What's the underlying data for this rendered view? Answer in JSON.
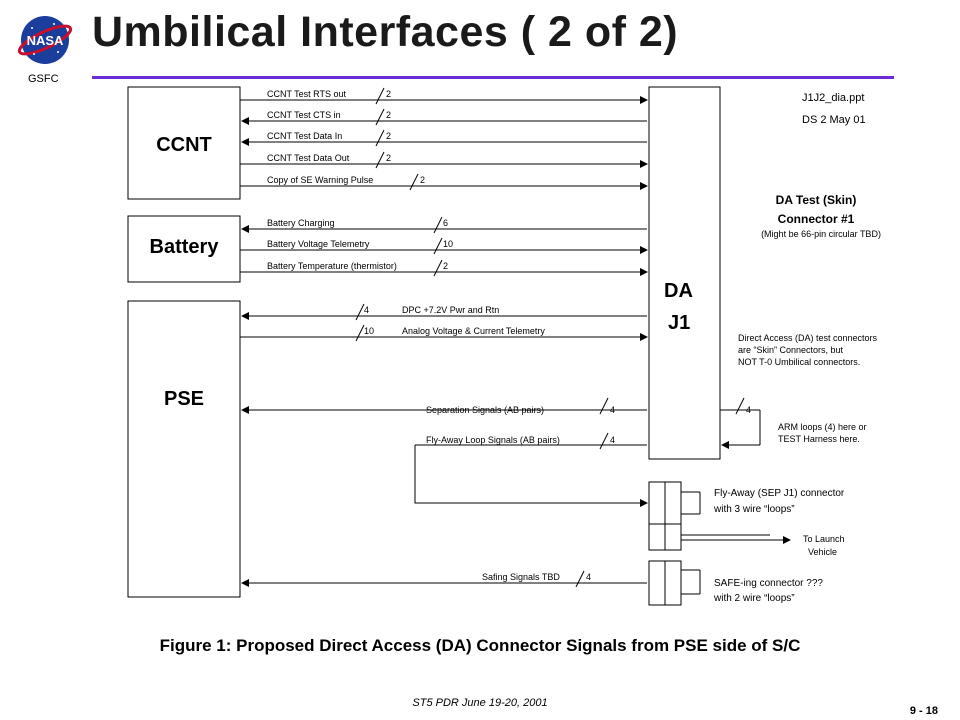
{
  "header": {
    "title": "Umbilical Interfaces ( 2 of 2)",
    "org": "GSFC",
    "logo_text": "NASA"
  },
  "blocks": {
    "ccnt": "CCNT",
    "battery": "Battery",
    "pse": "PSE",
    "da_line1": "DA",
    "da_line2": "J1"
  },
  "signals": {
    "ccnt": [
      {
        "label": "CCNT Test RTS out",
        "count": "2"
      },
      {
        "label": "CCNT Test CTS in",
        "count": "2"
      },
      {
        "label": "CCNT Test Data In",
        "count": "2"
      },
      {
        "label": "CCNT Test Data Out",
        "count": "2"
      },
      {
        "label": "Copy of SE Warning Pulse",
        "count": "2"
      }
    ],
    "battery": [
      {
        "label": "Battery Charging",
        "count": "6"
      },
      {
        "label": "Battery Voltage Telemetry",
        "count": "10"
      },
      {
        "label": "Battery Temperature (thermistor)",
        "count": "2"
      }
    ],
    "pse": [
      {
        "label": "DPC +7.2V Pwr and Rtn",
        "count": "4"
      },
      {
        "label": "Analog Voltage & Current Telemetry",
        "count": "10"
      },
      {
        "label": "Separation Signals (AB pairs)",
        "count": "4"
      },
      {
        "label": "Fly-Away Loop Signals (AB pairs)",
        "count": "4"
      },
      {
        "label": "Safing Signals TBD",
        "count": "4"
      }
    ],
    "arm_count": "4"
  },
  "notes": {
    "file_name": "J1J2_dia.ppt",
    "author_date": "DS  2 May 01",
    "connector_title_1": "DA Test (Skin)",
    "connector_title_2": "Connector #1",
    "connector_sub": "(Might be 66-pin circular TBD)",
    "direct_access_1": "Direct Access (DA) test connectors",
    "direct_access_2": "are “Skin” Connectors, but",
    "direct_access_3": "NOT T-0 Umbilical connectors.",
    "arm_1": "ARM loops (4) here or",
    "arm_2": "TEST Harness here.",
    "flyaway_1": "Fly-Away (SEP J1) connector",
    "flyaway_2": "with 3 wire “loops”",
    "launch_1": "To Launch",
    "launch_2": "Vehicle",
    "safe_1": "SAFE-ing connector ???",
    "safe_2": "with 2 wire “loops”"
  },
  "caption": "Figure 1: Proposed Direct Access (DA) Connector Signals from PSE side of S/C",
  "footer": {
    "event": "ST5 PDR June 19-20, 2001",
    "page": "9 - 18"
  }
}
